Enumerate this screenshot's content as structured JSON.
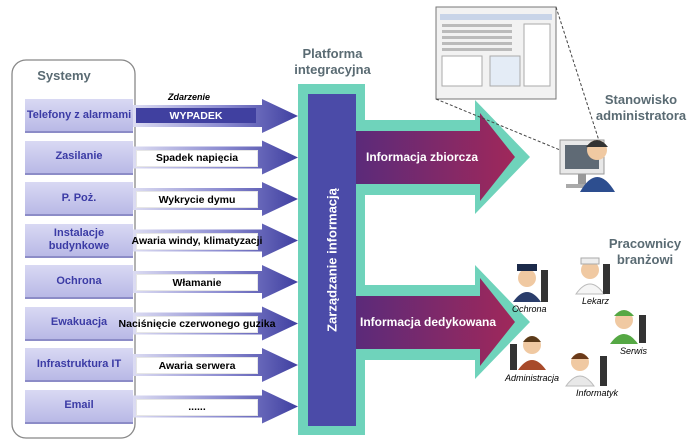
{
  "systems_title": "Systemy",
  "platform_title": "Platforma integracyjna",
  "platform_vertical_label": "Zarządzanie informacją",
  "event_caption": "Zdarzenie",
  "systems": [
    {
      "name": "Telefony z alarmami",
      "event": "WYPADEK"
    },
    {
      "name": "Zasilanie",
      "event": "Spadek napięcia"
    },
    {
      "name": "P. Poż.",
      "event": "Wykrycie dymu"
    },
    {
      "name": "Instalacje budynkowe",
      "event": "Awaria windy, klimatyzacji"
    },
    {
      "name": "Ochrona",
      "event": "Włamanie"
    },
    {
      "name": "Ewakuacja",
      "event": "Naciśnięcie czerwonego guzika"
    },
    {
      "name": "Infrastruktura IT",
      "event": "Awaria serwera"
    },
    {
      "name": "Email",
      "event": "......"
    }
  ],
  "outputs": {
    "summary": "Informacja  zbiorcza",
    "dedicated": "Informacja dedykowana"
  },
  "admin_station": "Stanowisko administratora",
  "workers_title": "Pracownicy branżowi",
  "workers": [
    "Ochrona",
    "Lekarz",
    "Serwis",
    "Administracja",
    "Informatyk"
  ],
  "colors": {
    "arrow": "#4a4aa8",
    "platform": "#4b4ba8",
    "platform_border": "#6fd3bb",
    "output_arrow": "#8a2658",
    "heading": "#5a6b73"
  }
}
